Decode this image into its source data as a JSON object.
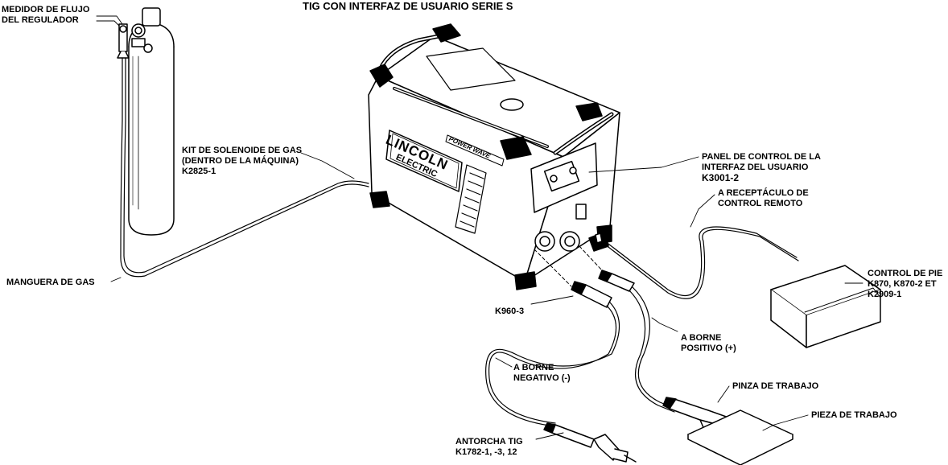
{
  "title": "TIG CON INTERFAZ DE USUARIO SERIE S",
  "machine": {
    "logo_line1": "LINCOLN",
    "logo_line2": "ELECTRIC",
    "model": "POWER WAVE"
  },
  "labels": {
    "flow_meter": [
      "MEDIDOR DE FLUJO",
      "DEL REGULADOR"
    ],
    "gas_solenoid": [
      "KIT DE SOLENOIDE DE GAS",
      "(DENTRO DE LA MÁQUINA)",
      "K2825-1"
    ],
    "gas_hose": "MANGUERA DE GAS",
    "ui_panel": [
      "PANEL DE CONTROL DE LA",
      "INTERFAZ DEL USUARIO",
      "K3001-2"
    ],
    "remote_receptacle": [
      "A RECEPTÁCULO DE",
      "CONTROL REMOTO"
    ],
    "foot_control": [
      "CONTROL DE PIE",
      "K870, K870-2 ET",
      "K2909-1"
    ],
    "adapter": "K960-3",
    "positive_stud": [
      "A BORNE",
      "POSITIVO (+)"
    ],
    "negative_stud": [
      "A BORNE",
      "NEGATIVO (-)"
    ],
    "work_clamp": "PINZA DE TRABAJO",
    "workpiece": "PIEZA DE TRABAJO",
    "tig_torch": [
      "ANTORCHA TIG",
      "K1782-1, -3, 12"
    ]
  }
}
